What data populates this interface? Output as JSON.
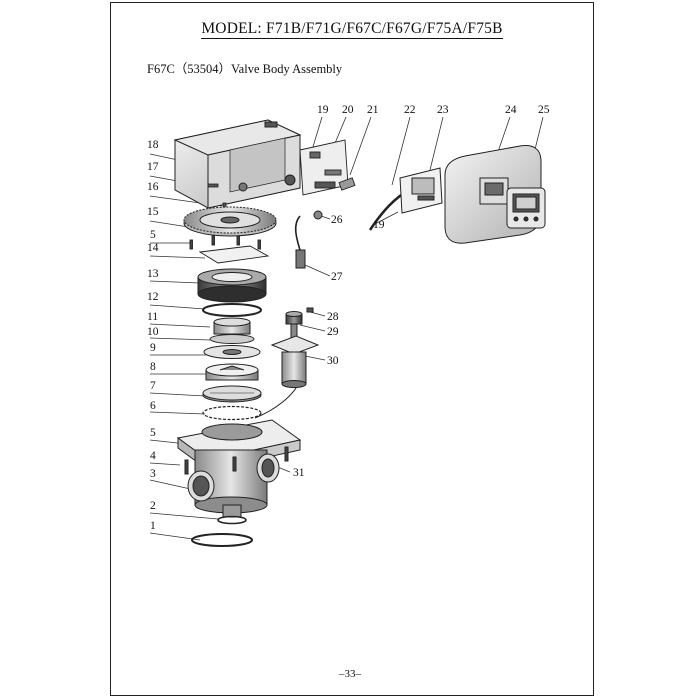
{
  "header": {
    "model_title": "MODEL: F71B/F71G/F67C/F67G/F75A/F75B",
    "assembly_title": "F67C（53504）Valve Body Assembly"
  },
  "footer": {
    "page_number": "–33–"
  },
  "callouts": {
    "left": [
      "18",
      "17",
      "16",
      "15",
      "5",
      "14",
      "13",
      "12",
      "11",
      "10",
      "9",
      "8",
      "7",
      "6",
      "5",
      "4",
      "3",
      "2",
      "1"
    ],
    "top": [
      "19",
      "20",
      "21",
      "22",
      "23",
      "24",
      "25"
    ],
    "right": [
      "19",
      "26",
      "27",
      "28",
      "29",
      "30",
      "31"
    ]
  }
}
